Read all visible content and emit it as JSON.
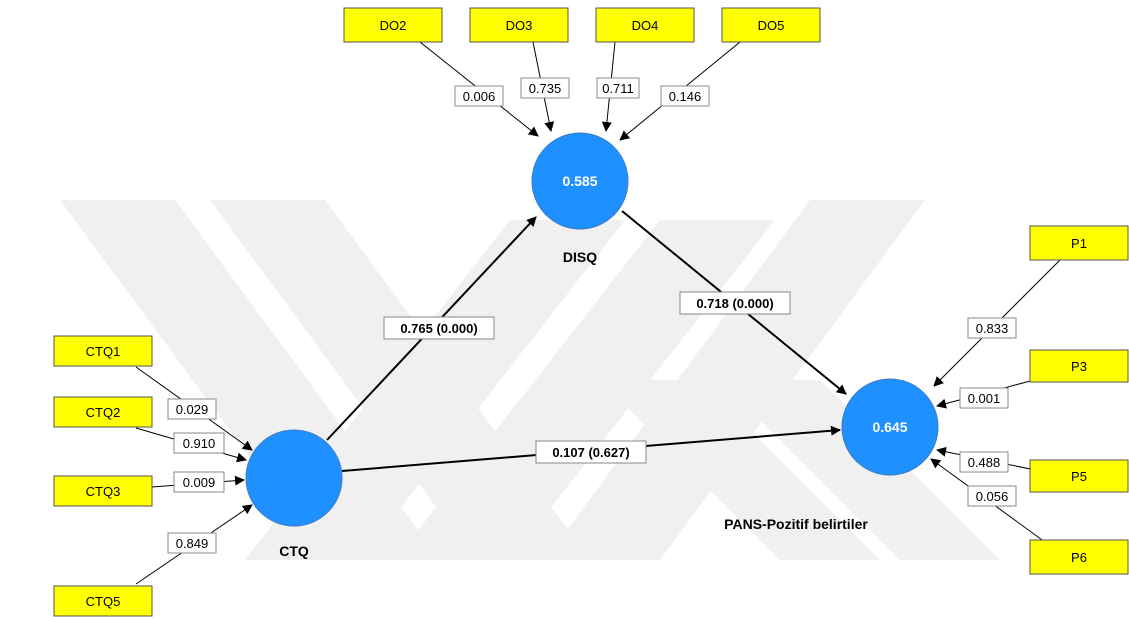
{
  "colors": {
    "indicator_fill": "#ffff00",
    "indicator_border": "#555555",
    "construct_fill": "#1e90ff",
    "construct_border": "#3b7bc8",
    "arrow": "#000000",
    "watermark": "#f0f0f0"
  },
  "constructs": {
    "ctq": {
      "name": "CTQ",
      "r2": ""
    },
    "disq": {
      "name": "DISQ",
      "r2": "0.585"
    },
    "pans": {
      "name": "PANS-Pozitif belirtiler",
      "r2": "0.645"
    }
  },
  "indicators": {
    "ctq": [
      {
        "label": "CTQ1",
        "weight": "0.029"
      },
      {
        "label": "CTQ2",
        "weight": "0.910"
      },
      {
        "label": "CTQ3",
        "weight": "0.009"
      },
      {
        "label": "CTQ5",
        "weight": "0.849"
      }
    ],
    "disq": [
      {
        "label": "DO2",
        "weight": "0.006"
      },
      {
        "label": "DO3",
        "weight": "0.735"
      },
      {
        "label": "DO4",
        "weight": "0.711"
      },
      {
        "label": "DO5",
        "weight": "0.146"
      }
    ],
    "pans": [
      {
        "label": "P1",
        "weight": "0.833"
      },
      {
        "label": "P3",
        "weight": "0.001"
      },
      {
        "label": "P5",
        "weight": "0.488"
      },
      {
        "label": "P6",
        "weight": "0.056"
      }
    ]
  },
  "paths": {
    "ctq_disq": "0.765 (0.000)",
    "disq_pans": "0.718 (0.000)",
    "ctq_pans": "0.107 (0.627)"
  }
}
